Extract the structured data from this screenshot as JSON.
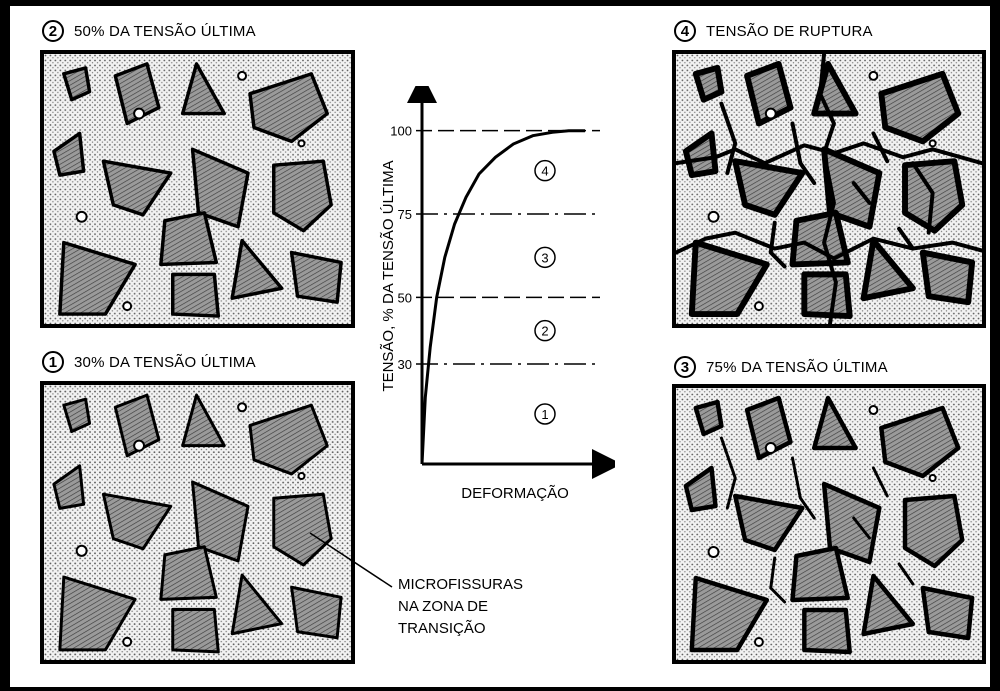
{
  "panels": [
    {
      "id": "p2",
      "number": "2",
      "label": "50% DA TENSÃO ÚLTIMA",
      "stage": 2
    },
    {
      "id": "p1",
      "number": "1",
      "label": "30% DA TENSÃO ÚLTIMA",
      "stage": 1
    },
    {
      "id": "p4",
      "number": "4",
      "label": "TENSÃO DE RUPTURA",
      "stage": 4
    },
    {
      "id": "p3",
      "number": "3",
      "label": "75% DA TENSÃO ÚLTIMA",
      "stage": 3
    }
  ],
  "callout": {
    "lines": [
      "MICROFISSURAS",
      "NA ZONA DE",
      "TRANSIÇÃO"
    ]
  },
  "chart_data": {
    "type": "line",
    "xlabel": "DEFORMAÇÃO",
    "ylabel": "TENSÃO, % DA TENSÃO ÚLTIMA",
    "ylim": [
      0,
      105
    ],
    "yticks": [
      30,
      50,
      75,
      100
    ],
    "ytick_labels": [
      "30",
      "50",
      "75",
      "100"
    ],
    "region_labels": [
      {
        "label": "1",
        "y": 15
      },
      {
        "label": "2",
        "y": 40
      },
      {
        "label": "3",
        "y": 62
      },
      {
        "label": "4",
        "y": 88
      }
    ],
    "curve": {
      "x": [
        0,
        0.02,
        0.05,
        0.09,
        0.14,
        0.2,
        0.27,
        0.35,
        0.45,
        0.56,
        0.68,
        0.8,
        0.9,
        1.0
      ],
      "y": [
        0,
        20,
        35,
        50,
        62,
        72,
        80,
        87,
        92,
        96,
        98.5,
        99.5,
        100,
        100
      ]
    }
  },
  "colors": {
    "ink": "#000000",
    "paper": "#ffffff",
    "aggregate": "#8c8c8c",
    "matrix_dots": "#5a5a5a"
  }
}
